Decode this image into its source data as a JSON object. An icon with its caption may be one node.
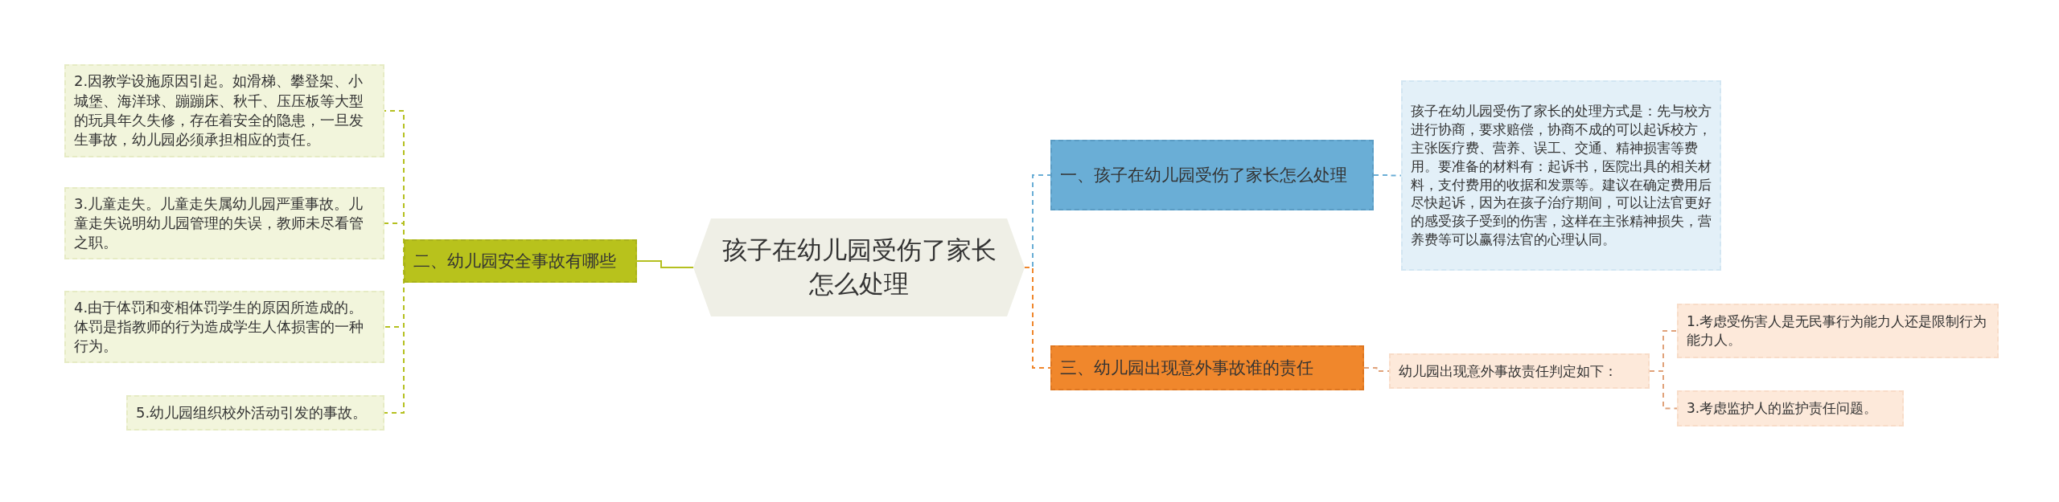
{
  "diagram": {
    "nodes": [
      {
        "text": [
          "孩子在幼儿园受伤了家长怎么处理"
        ]
      },
      {
        "text": [
          "二、幼儿园安全事故有哪些"
        ]
      },
      {
        "text": [
          "2.因教学设施原因引起。如滑梯、攀登架、小城堡、海洋球、蹦蹦床、秋千、压压板等大型的玩具年久失修，存在着安全的隐患，一旦发生事故，幼儿园必须承担相应的责任。"
        ]
      },
      {
        "text": [
          "3.儿童走失。儿童走失属幼儿园严重事故。儿童走失说明幼儿园管理的失误，教师未尽看管之职。"
        ]
      },
      {
        "text": [
          "4.由于体罚和变相体罚学生的原因所造成的。体罚是指教师的行为造成学生人体损害的一种行为。"
        ]
      },
      {
        "text": [
          "5.幼儿园组织校外活动引发的事故。"
        ]
      },
      {
        "text": [
          "一、孩子在幼儿园受伤了家长怎么处理"
        ]
      },
      {
        "text": [
          "孩子在幼儿园受伤了家长的处理方式是：先与校方进行协商，要求赔偿，协商不成的可以起诉校方，主张医疗费、营养、误工、交通、精神损害等费用。要准备的材料有：起诉书，医院出具的相关材料，支付费用的收据和发票等。建议在确定费用后尽快起诉，因为在孩子治疗期间，可以让法官更好的感受孩子受到的伤害，这样在主张精神损失，营养费等可以赢得法官的心理认同。"
        ]
      },
      {
        "text": [
          "三、幼儿园出现意外事故谁的责任"
        ]
      },
      {
        "text": [
          "幼儿园出现意外事故责任判定如下："
        ]
      },
      {
        "text": [
          "1.考虑受伤害人是无民事行为能力人还是限制行为能力人。"
        ]
      },
      {
        "text": [
          "3.考虑监护人的监护责任问题。"
        ]
      }
    ],
    "edges": [
      {
        "from": 0,
        "to": 1,
        "arrow": "none",
        "color": "#b5c020"
      },
      {
        "from": 1,
        "to": 2,
        "arrow": "none",
        "style": "dashed",
        "color": "#b5c020"
      },
      {
        "from": 1,
        "to": 3,
        "arrow": "none",
        "style": "dashed",
        "color": "#b5c020"
      },
      {
        "from": 1,
        "to": 4,
        "arrow": "none",
        "style": "dashed",
        "color": "#b5c020"
      },
      {
        "from": 1,
        "to": 5,
        "arrow": "none",
        "style": "dashed",
        "color": "#b5c020"
      },
      {
        "from": 0,
        "to": 6,
        "arrow": "none",
        "style": "dashed",
        "color": "#6aaed6"
      },
      {
        "from": 6,
        "to": 7,
        "arrow": "none",
        "style": "dashed",
        "color": "#6aaed6"
      },
      {
        "from": 0,
        "to": 8,
        "arrow": "none",
        "style": "dashed",
        "color": "#f0872c"
      },
      {
        "from": 8,
        "to": 9,
        "arrow": "none",
        "style": "dashed",
        "color": "#e0a27a"
      },
      {
        "from": 9,
        "to": 10,
        "arrow": "none",
        "style": "dashed",
        "color": "#e0a27a"
      },
      {
        "from": 9,
        "to": 11,
        "arrow": "none",
        "style": "dashed",
        "color": "#e0a27a"
      }
    ]
  }
}
